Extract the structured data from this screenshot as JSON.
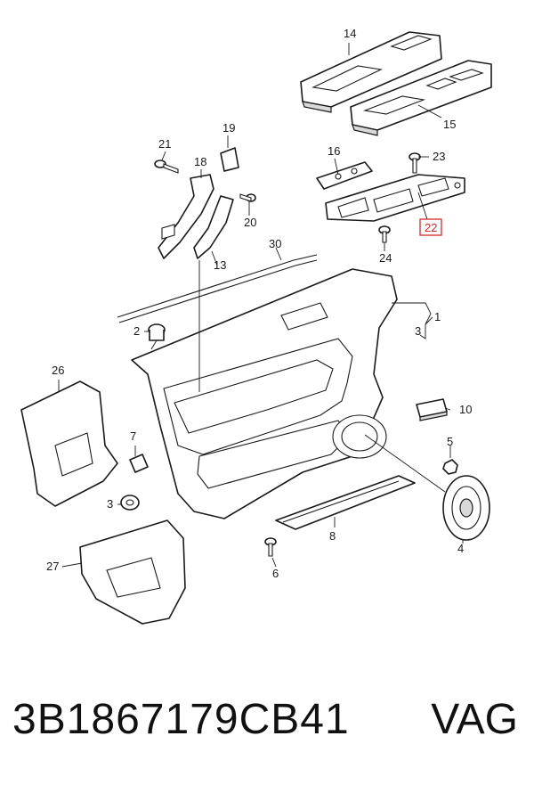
{
  "callouts": {
    "c1": "1",
    "c2": "2",
    "c3a": "3",
    "c3b": "3",
    "c4": "4",
    "c5": "5",
    "c6": "6",
    "c7": "7",
    "c8": "8",
    "c10": "10",
    "c13": "13",
    "c14": "14",
    "c15": "15",
    "c16": "16",
    "c18": "18",
    "c19": "19",
    "c20": "20",
    "c21": "21",
    "c22": "22",
    "c23": "23",
    "c24": "24",
    "c26": "26",
    "c27": "27",
    "c30": "30"
  },
  "highlight": {
    "callout": "22",
    "color": "#d62a2a"
  },
  "footer": {
    "part_number": "3B1867179CB41",
    "brand": "VAG"
  }
}
